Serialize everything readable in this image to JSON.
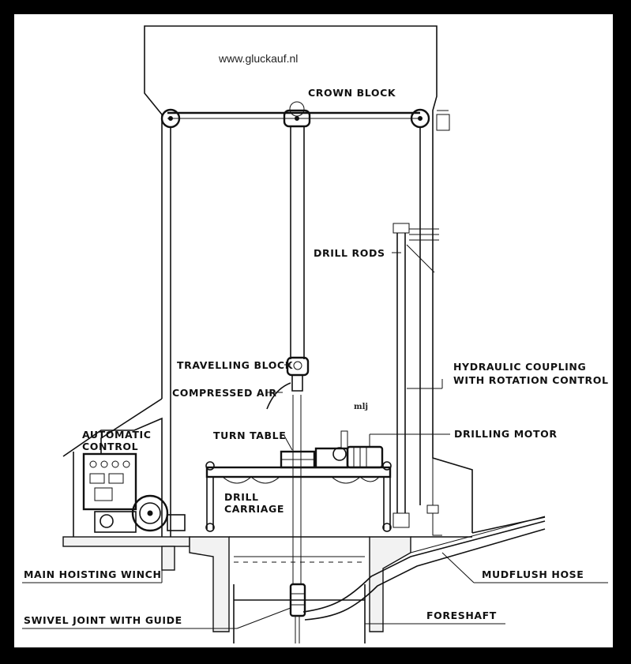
{
  "watermark": {
    "url": "www.gluckauf.nl",
    "signature": "mlj"
  },
  "labels": {
    "crown_block": "CROWN BLOCK",
    "drill_rods": "DRILL RODS",
    "travelling_block": "TRAVELLING BLOCK",
    "compressed_air": "COMPRESSED AIR",
    "hydraulic_coupling_1": "HYDRAULIC COUPLING",
    "hydraulic_coupling_2": "WITH ROTATION CONTROL",
    "automatic_control_1": "AUTOMATIC",
    "automatic_control_2": "CONTROL",
    "turn_table": "TURN TABLE",
    "drilling_motor": "DRILLING MOTOR",
    "drill_carriage_1": "DRILL",
    "drill_carriage_2": "CARRIAGE",
    "main_hoisting_winch": "MAIN HOISTING WINCH",
    "mudflush_hose": "MUDFLUSH HOSE",
    "swivel_joint": "SWIVEL JOINT WITH GUIDE",
    "foreshaft": "FORESHAFT"
  }
}
